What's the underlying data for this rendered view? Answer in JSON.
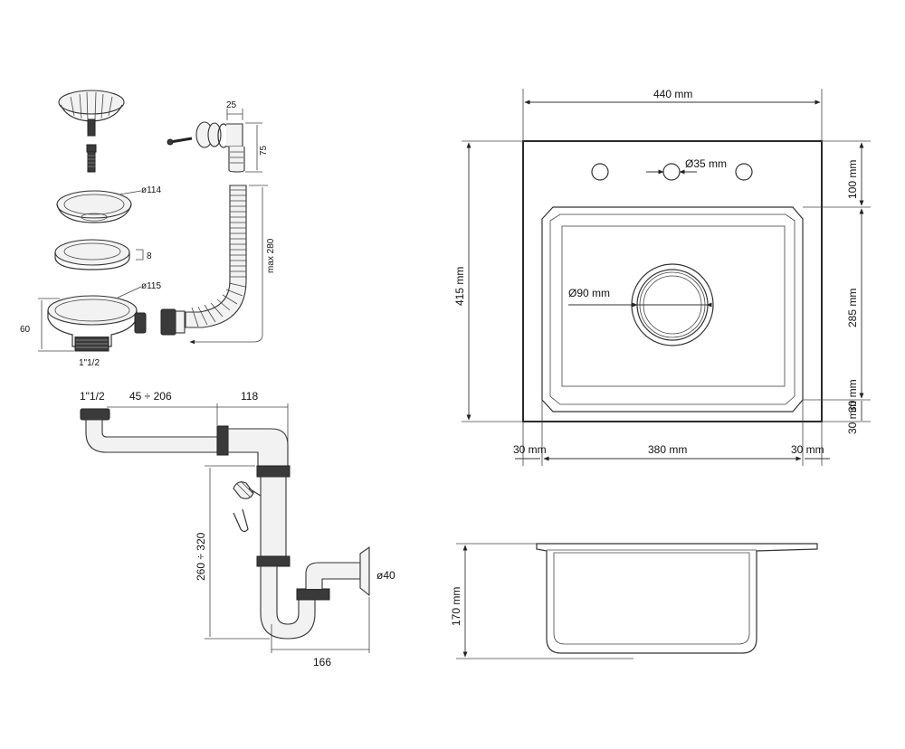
{
  "top_view": {
    "width": "440 mm",
    "height": "415 mm",
    "tap_hole": "Ø35 mm",
    "drain": "Ø90 mm",
    "top_margin": "100 mm",
    "bowl_height": "285 mm",
    "inner_rim": "30 mm",
    "bottom_margin": "30 mm",
    "left_margin": "30 mm",
    "bowl_width": "380 mm",
    "right_margin": "30 mm"
  },
  "side_view": {
    "depth": "170 mm"
  },
  "strainer_kit": {
    "flange_dia": "ø114",
    "gasket_thk": "8",
    "body_dia": "ø115",
    "body_height": "60",
    "thread": "1\"1/2",
    "overflow_width": "25",
    "overflow_height": "75",
    "hose_length": "max 280"
  },
  "siphon": {
    "inlet": "1\"1/2",
    "extension": "45 ÷ 206",
    "offset": "118",
    "height_range": "260 ÷ 320",
    "outlet_dia": "ø40",
    "length": "166"
  }
}
